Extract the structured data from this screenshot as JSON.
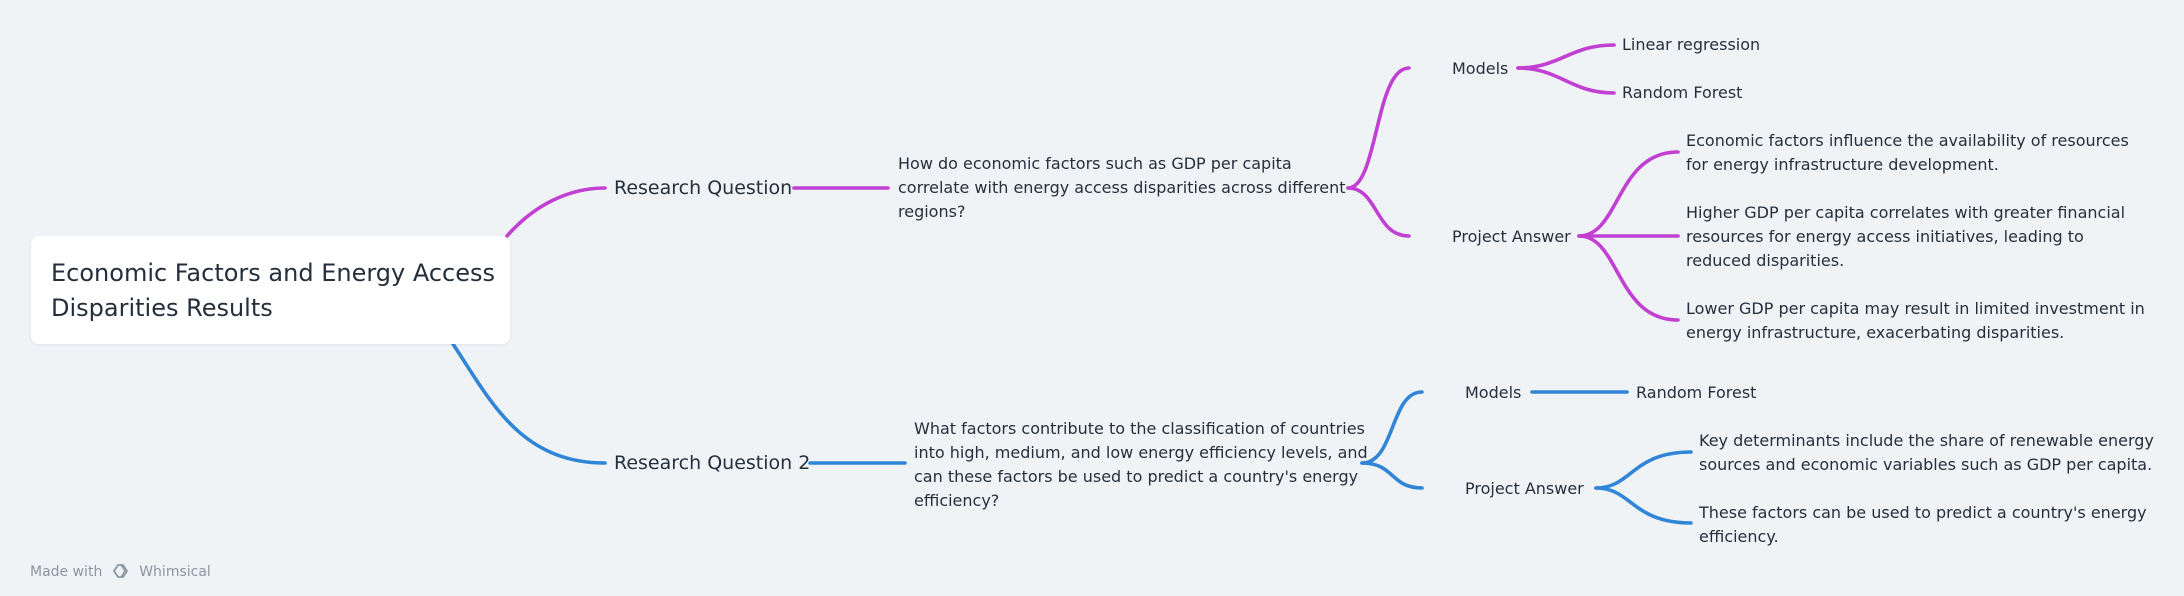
{
  "colors": {
    "background": "#f0f3f6",
    "branch_1": "#c13fd2",
    "branch_2": "#3185d7",
    "text": "#252f3b",
    "footer_text": "#8a96a3"
  },
  "root": {
    "lines": [
      "Economic Factors and Energy Access",
      "Disparities Results"
    ]
  },
  "branches": [
    {
      "label": "Research Question",
      "question": [
        "How do economic factors such as GDP per capita",
        "correlate with energy access disparities across different",
        "regions?"
      ],
      "models_label": "Models",
      "models": [
        "Linear regression",
        "Random Forest"
      ],
      "answer_label": "Project Answer",
      "answers": [
        [
          "Economic factors influence the availability of resources",
          "for energy infrastructure development."
        ],
        [
          "Higher GDP per capita correlates with greater financial",
          "resources for energy access initiatives, leading to",
          "reduced disparities."
        ],
        [
          "Lower GDP per capita may result in limited investment in",
          "energy infrastructure, exacerbating disparities."
        ]
      ]
    },
    {
      "label": "Research Question 2",
      "question": [
        "What factors contribute to the classification of countries",
        "into high, medium, and low energy efficiency levels, and",
        "can these factors be used to predict a country's energy",
        "efficiency?"
      ],
      "models_label": "Models",
      "models": [
        "Random Forest"
      ],
      "answer_label": "Project Answer",
      "answers": [
        [
          "Key determinants include the share of renewable energy",
          "sources and economic variables such as GDP per capita."
        ],
        [
          "These factors can be used to predict a country's energy",
          "efficiency."
        ]
      ]
    }
  ],
  "footer": {
    "made_with": "Made with",
    "brand": "Whimsical",
    "logo_icon": "whimsical-logo-icon"
  }
}
